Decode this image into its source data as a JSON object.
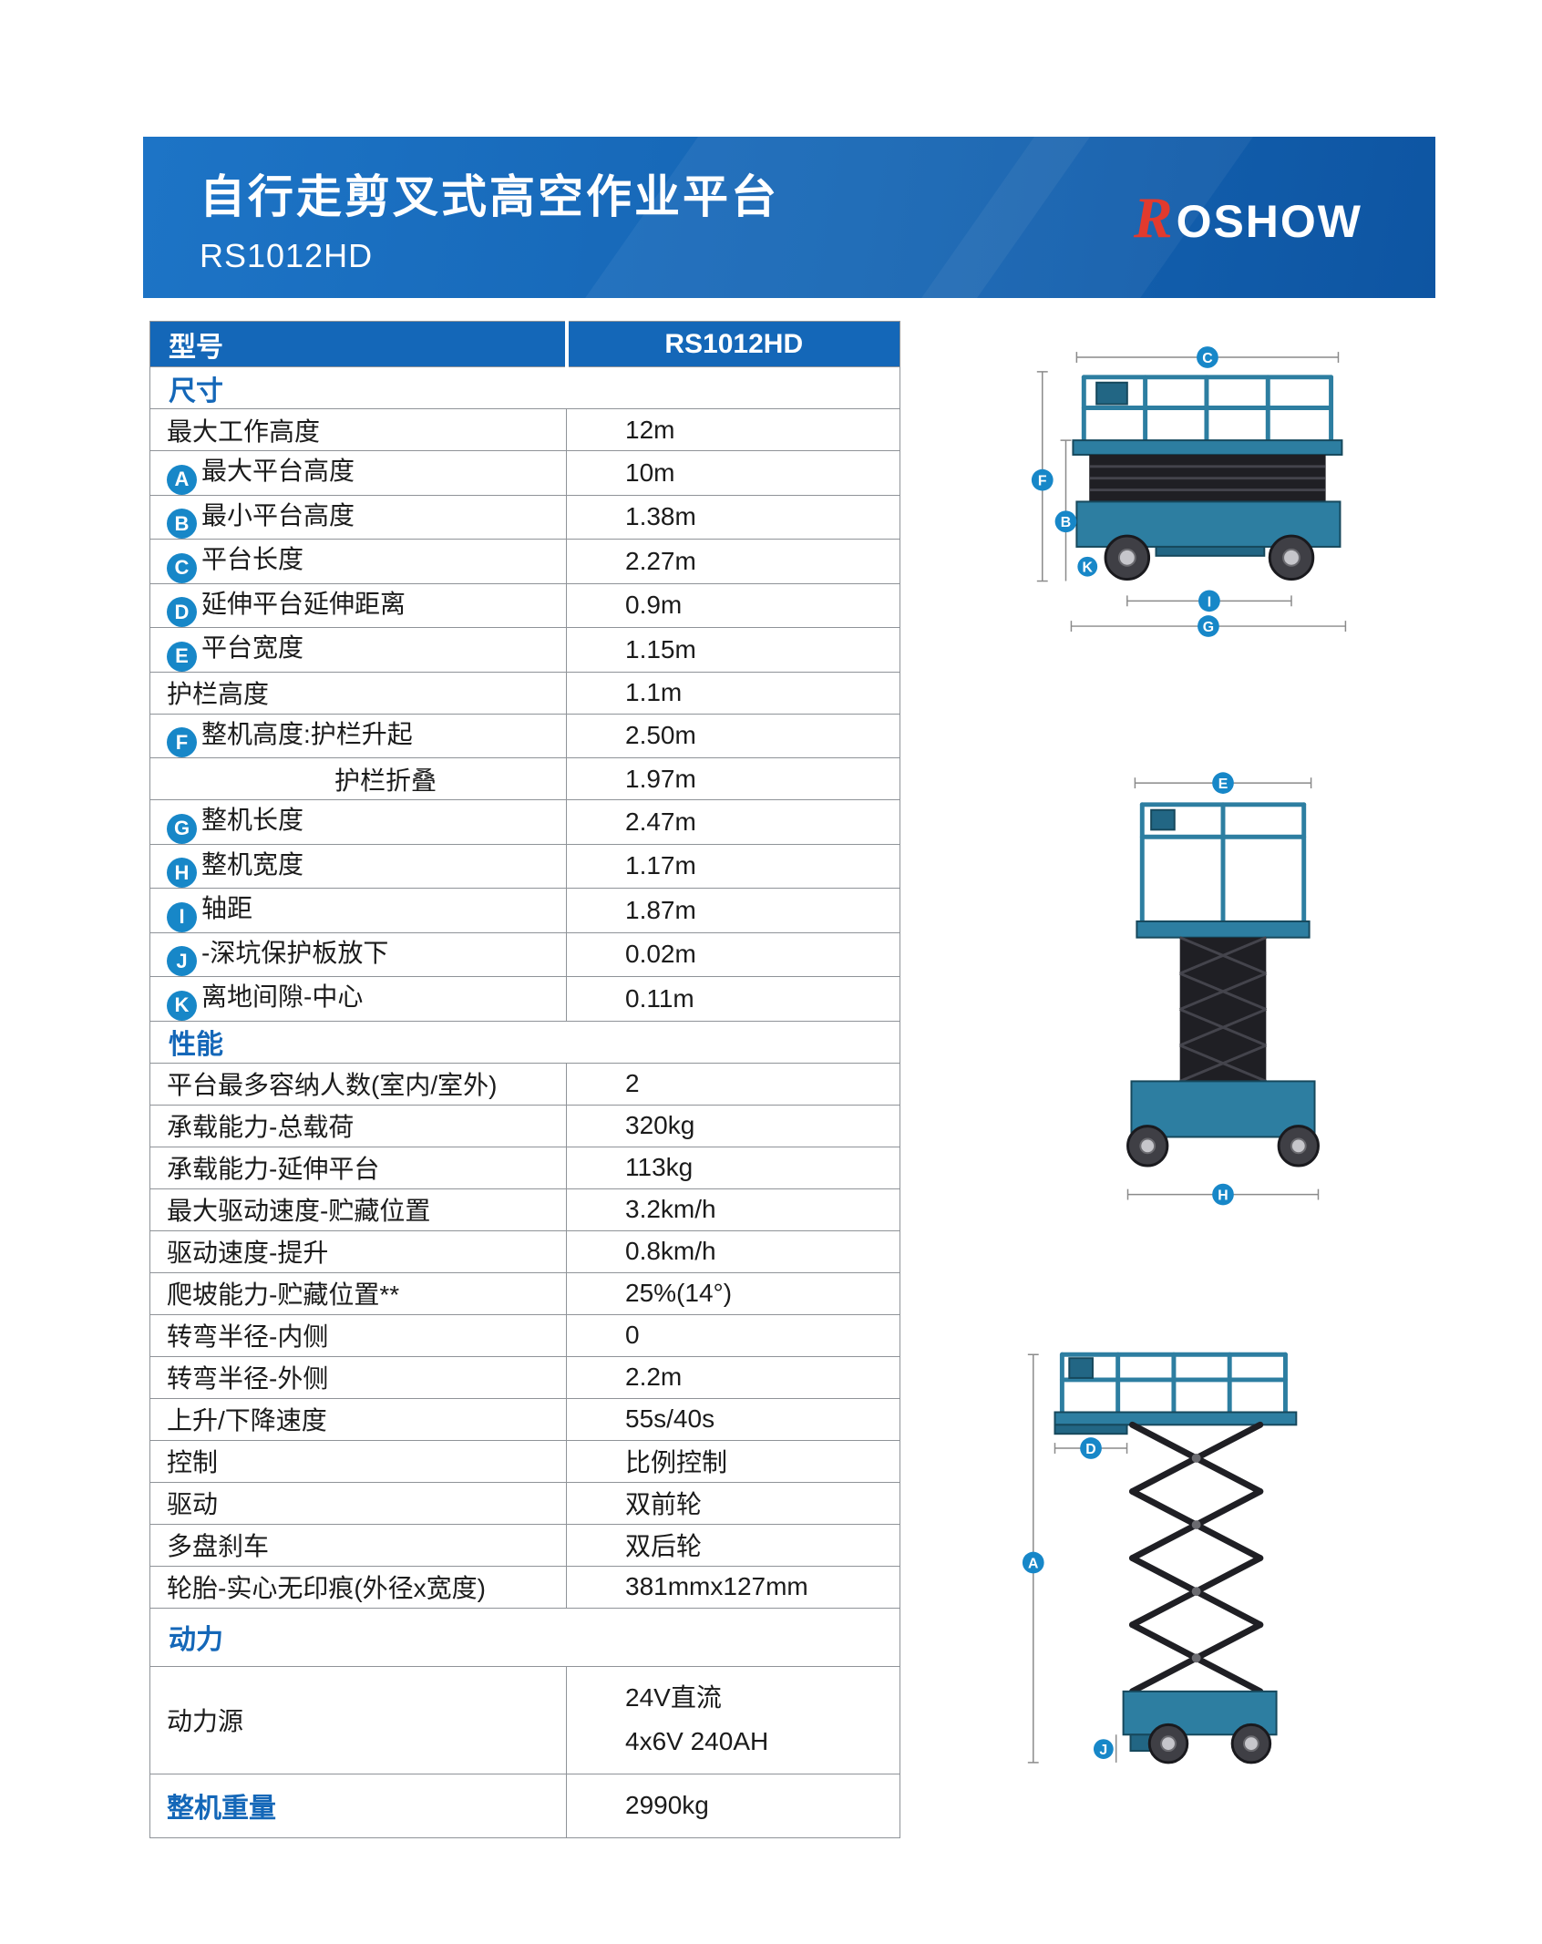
{
  "header": {
    "title": "自行走剪叉式高空作业平台",
    "model": "RS1012HD",
    "logo_r": "R",
    "logo_rest": "OSHOW"
  },
  "table": {
    "header": {
      "label": "型号",
      "value": "RS1012HD"
    },
    "rows": [
      {
        "type": "section",
        "label": "尺寸"
      },
      {
        "type": "data",
        "label": "最大工作高度",
        "value": "12m"
      },
      {
        "type": "data",
        "badge": "A",
        "label": "最大平台高度",
        "value": "10m"
      },
      {
        "type": "data",
        "badge": "B",
        "label": "最小平台高度",
        "value": "1.38m"
      },
      {
        "type": "data",
        "badge": "C",
        "label": "平台长度",
        "value": "2.27m"
      },
      {
        "type": "data",
        "badge": "D",
        "label": "延伸平台延伸距离",
        "value": "0.9m"
      },
      {
        "type": "data",
        "badge": "E",
        "label": "平台宽度",
        "value": "1.15m"
      },
      {
        "type": "data",
        "label": "护栏高度",
        "value": "1.1m"
      },
      {
        "type": "data",
        "badge": "F",
        "label": "整机高度:护栏升起",
        "value": "2.50m"
      },
      {
        "type": "data",
        "indent": true,
        "label": "护栏折叠",
        "value": "1.97m"
      },
      {
        "type": "data",
        "badge": "G",
        "label": "整机长度",
        "value": "2.47m"
      },
      {
        "type": "data",
        "badge": "H",
        "label": "整机宽度",
        "value": "1.17m"
      },
      {
        "type": "data",
        "badge": "I",
        "label": "轴距",
        "value": "1.87m"
      },
      {
        "type": "data",
        "badge": "J",
        "label": "-深坑保护板放下",
        "value": "0.02m"
      },
      {
        "type": "data",
        "badge": "K",
        "label": "离地间隙-中心",
        "value": "0.11m"
      },
      {
        "type": "section",
        "label": "性能"
      },
      {
        "type": "data",
        "label": "平台最多容纳人数(室内/室外)",
        "value": "2"
      },
      {
        "type": "data",
        "label": "承载能力-总载荷",
        "value": "320kg"
      },
      {
        "type": "data",
        "label": "承载能力-延伸平台",
        "value": "113kg"
      },
      {
        "type": "data",
        "label": "最大驱动速度-贮藏位置",
        "value": "3.2km/h"
      },
      {
        "type": "data",
        "label": "驱动速度-提升",
        "value": "0.8km/h"
      },
      {
        "type": "data",
        "label": "爬坡能力-贮藏位置**",
        "value": "25%(14°)"
      },
      {
        "type": "data",
        "label": "转弯半径-内侧",
        "value": "0"
      },
      {
        "type": "data",
        "label": "转弯半径-外侧",
        "value": "2.2m"
      },
      {
        "type": "data",
        "label": "上升/下降速度",
        "value": "55s/40s"
      },
      {
        "type": "data",
        "label": "控制",
        "value": "比例控制"
      },
      {
        "type": "data",
        "label": "驱动",
        "value": "双前轮"
      },
      {
        "type": "data",
        "label": "多盘刹车",
        "value": "双后轮"
      },
      {
        "type": "data",
        "label": "轮胎-实心无印痕(外径x宽度)",
        "value": "381mmx127mm"
      },
      {
        "type": "section",
        "label": "动力",
        "cls": "power-section"
      },
      {
        "type": "data",
        "label": "动力源",
        "value": [
          "24V直流",
          "4x6V 240AH"
        ],
        "cls": "power-row"
      },
      {
        "type": "data",
        "label": "整机重量",
        "value": "2990kg",
        "cls": "weight-row"
      }
    ]
  },
  "diagram_labels": {
    "a": "A",
    "b": "B",
    "c": "C",
    "d": "D",
    "e": "E",
    "f": "F",
    "g": "G",
    "h": "H",
    "i": "I",
    "j": "J",
    "k": "K"
  },
  "colors": {
    "banner_blue": "#1467b8",
    "badge_blue": "#1787c8",
    "machine_teal": "#2d7ea1",
    "logo_red": "#e23a2e"
  }
}
